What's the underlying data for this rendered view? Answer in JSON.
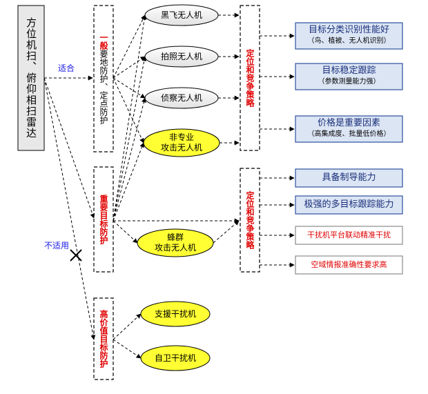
{
  "radar": {
    "label": "方位机扫、俯仰相扫雷达"
  },
  "edges": {
    "suitable": "适合",
    "unsuitable": "不适用"
  },
  "categories": {
    "general": {
      "bold": "一般",
      "rest": "要地防护、定点防护"
    },
    "important": {
      "bold": "重要目标防护",
      "rest": ""
    },
    "high_value": {
      "bold": "高价值目标防护",
      "rest": ""
    }
  },
  "targets": {
    "black_fly": "黑飞无人机",
    "photo": "拍照无人机",
    "recon": "侦察无人机",
    "non_pro": [
      "非专业",
      "攻击无人机"
    ],
    "swarm": [
      "蜂群",
      "攻击无人机"
    ],
    "support_jam": "支援干扰机",
    "self_defense_jam": "自卫干扰机"
  },
  "strategies": {
    "upper": "定位和竞争策略",
    "lower": "定位和竞争策略"
  },
  "requirements": {
    "r1": {
      "title": "目标分类识别性能好",
      "sub": "（鸟、植被、无人机识别）"
    },
    "r2": {
      "title": "目标稳定跟踪",
      "sub": "（参数测量能力强）"
    },
    "r3": {
      "title": "价格是重要因素",
      "sub": "（高集成度、批量低价格）"
    },
    "r4": {
      "title": "具备制导能力"
    },
    "r5": {
      "title": "极强的多目标跟踪能力"
    },
    "r6": {
      "title": "干扰机平台联动精准干扰"
    },
    "r7": {
      "title": "空域情报准确性要求高"
    }
  },
  "colors": {
    "blue_box_fill": "#dbe5f4",
    "blue_box_border": "#2c4f9e",
    "red_text": "#e00000",
    "yellow_fill": "#ffff33",
    "gray_fill": "#efefef",
    "link_blue": "#1a1ae6"
  }
}
